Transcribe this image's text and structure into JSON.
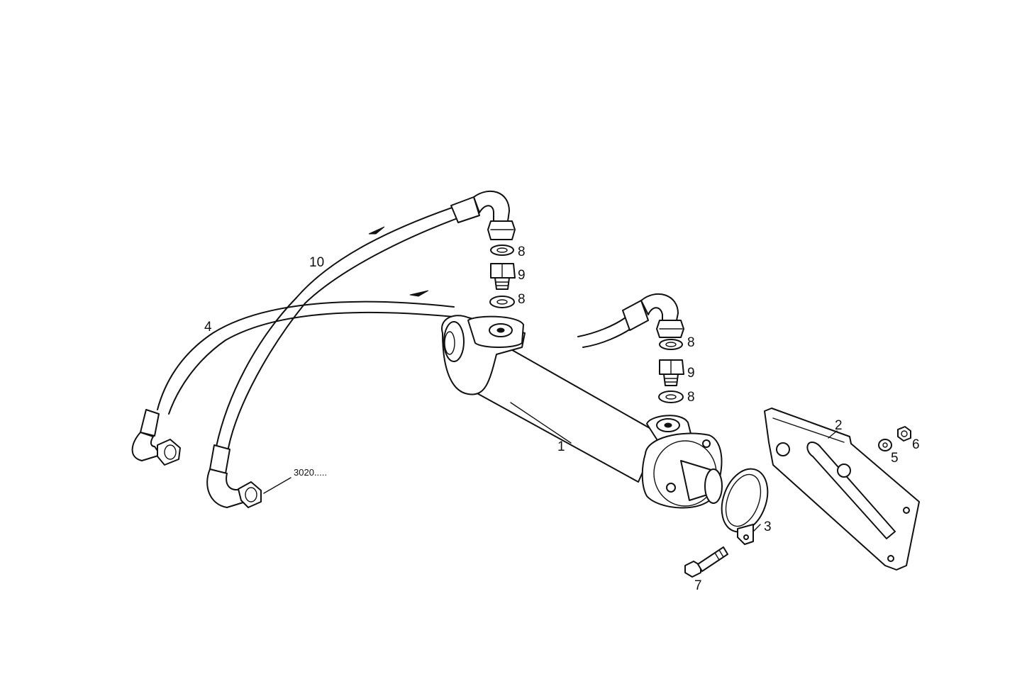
{
  "diagram": {
    "callouts": [
      {
        "id": "c1",
        "text": "1"
      },
      {
        "id": "c2",
        "text": "2"
      },
      {
        "id": "c3",
        "text": "3"
      },
      {
        "id": "c4",
        "text": "4"
      },
      {
        "id": "c5",
        "text": "5"
      },
      {
        "id": "c6",
        "text": "6"
      },
      {
        "id": "c7",
        "text": "7"
      },
      {
        "id": "c8a",
        "text": "8"
      },
      {
        "id": "c8b",
        "text": "8"
      },
      {
        "id": "c8c",
        "text": "8"
      },
      {
        "id": "c8d",
        "text": "8"
      },
      {
        "id": "c9a",
        "text": "9"
      },
      {
        "id": "c9b",
        "text": "9"
      },
      {
        "id": "c10",
        "text": "10"
      }
    ],
    "reference": {
      "text": "3020....."
    }
  }
}
